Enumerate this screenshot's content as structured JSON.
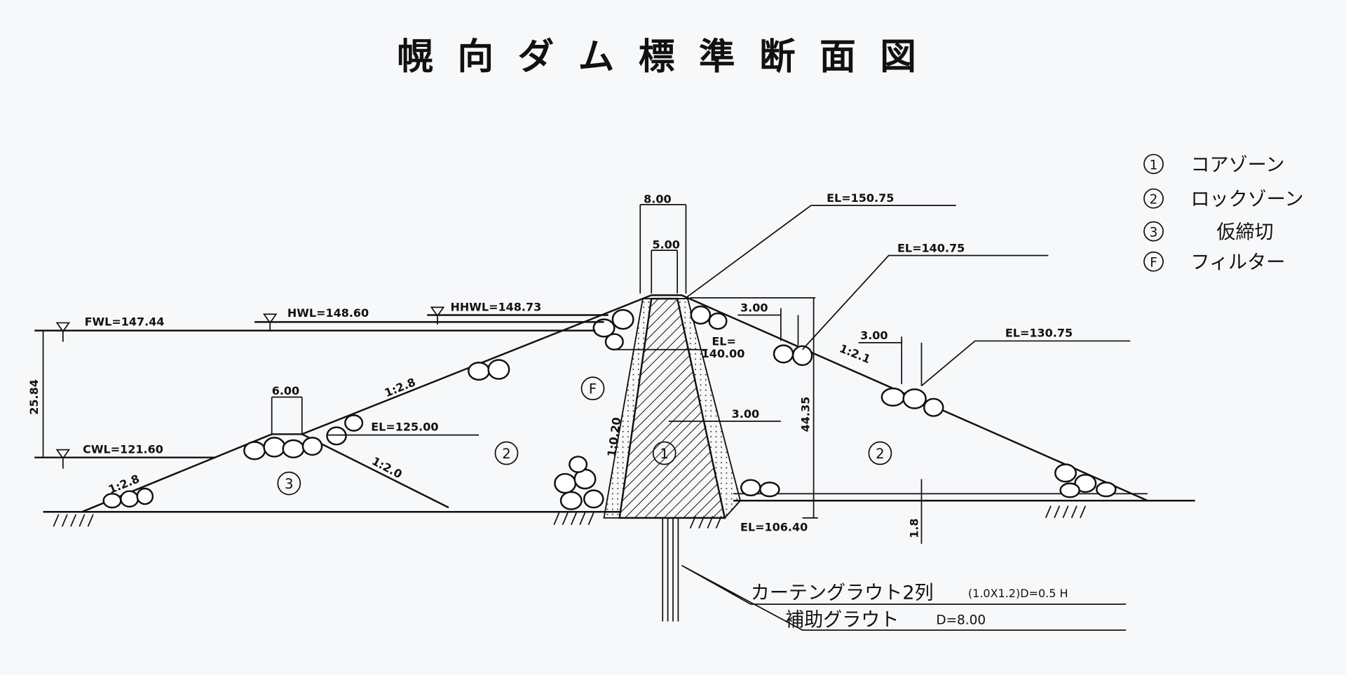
{
  "title": "幌向ダム標準断面図",
  "legend": [
    {
      "mark": "1",
      "label": "コアゾーン"
    },
    {
      "mark": "2",
      "label": "ロックゾーン"
    },
    {
      "mark": "3",
      "label": "仮締切"
    },
    {
      "mark": "F",
      "label": "フィルター"
    }
  ],
  "water_levels": {
    "fwl": "FWL=147.44",
    "hwl": "HWL=148.60",
    "hhwl": "HHWL=148.73",
    "cwl": "CWL=121.60"
  },
  "elevations": {
    "crest": "EL=150.75",
    "berm1": "EL=140.75",
    "berm2": "EL=130.75",
    "core_step_a": "EL=",
    "core_step_b": "140.00",
    "cofferdam": "EL=125.00",
    "foundation": "EL=106.40"
  },
  "dimensions": {
    "crest_width": "8.00",
    "core_top_width": "5.00",
    "cofferdam_top": "6.00",
    "berm1_width": "3.00",
    "berm2_width": "3.00",
    "core_width_mid": "3.00",
    "height_left": "25.84",
    "height_right": "44.35",
    "drain": "1.8"
  },
  "slopes": {
    "upstream_main": "1:2.8",
    "upstream_toe": "1:2.8",
    "cofferdam_downstream": "1:2.0",
    "core": "1:0.20",
    "downstream": "1:2.1"
  },
  "zone_marks": {
    "core": "1",
    "rock_up": "2",
    "rock_down": "2",
    "cofferdam": "3",
    "filter": "F"
  },
  "notes": {
    "curtain_grout": "カーテングラウト2列",
    "curtain_grout_spec": "(1.0X1.2)D=0.5 H",
    "aux_grout": "補助グラウト",
    "aux_grout_spec": "D=8.00"
  }
}
